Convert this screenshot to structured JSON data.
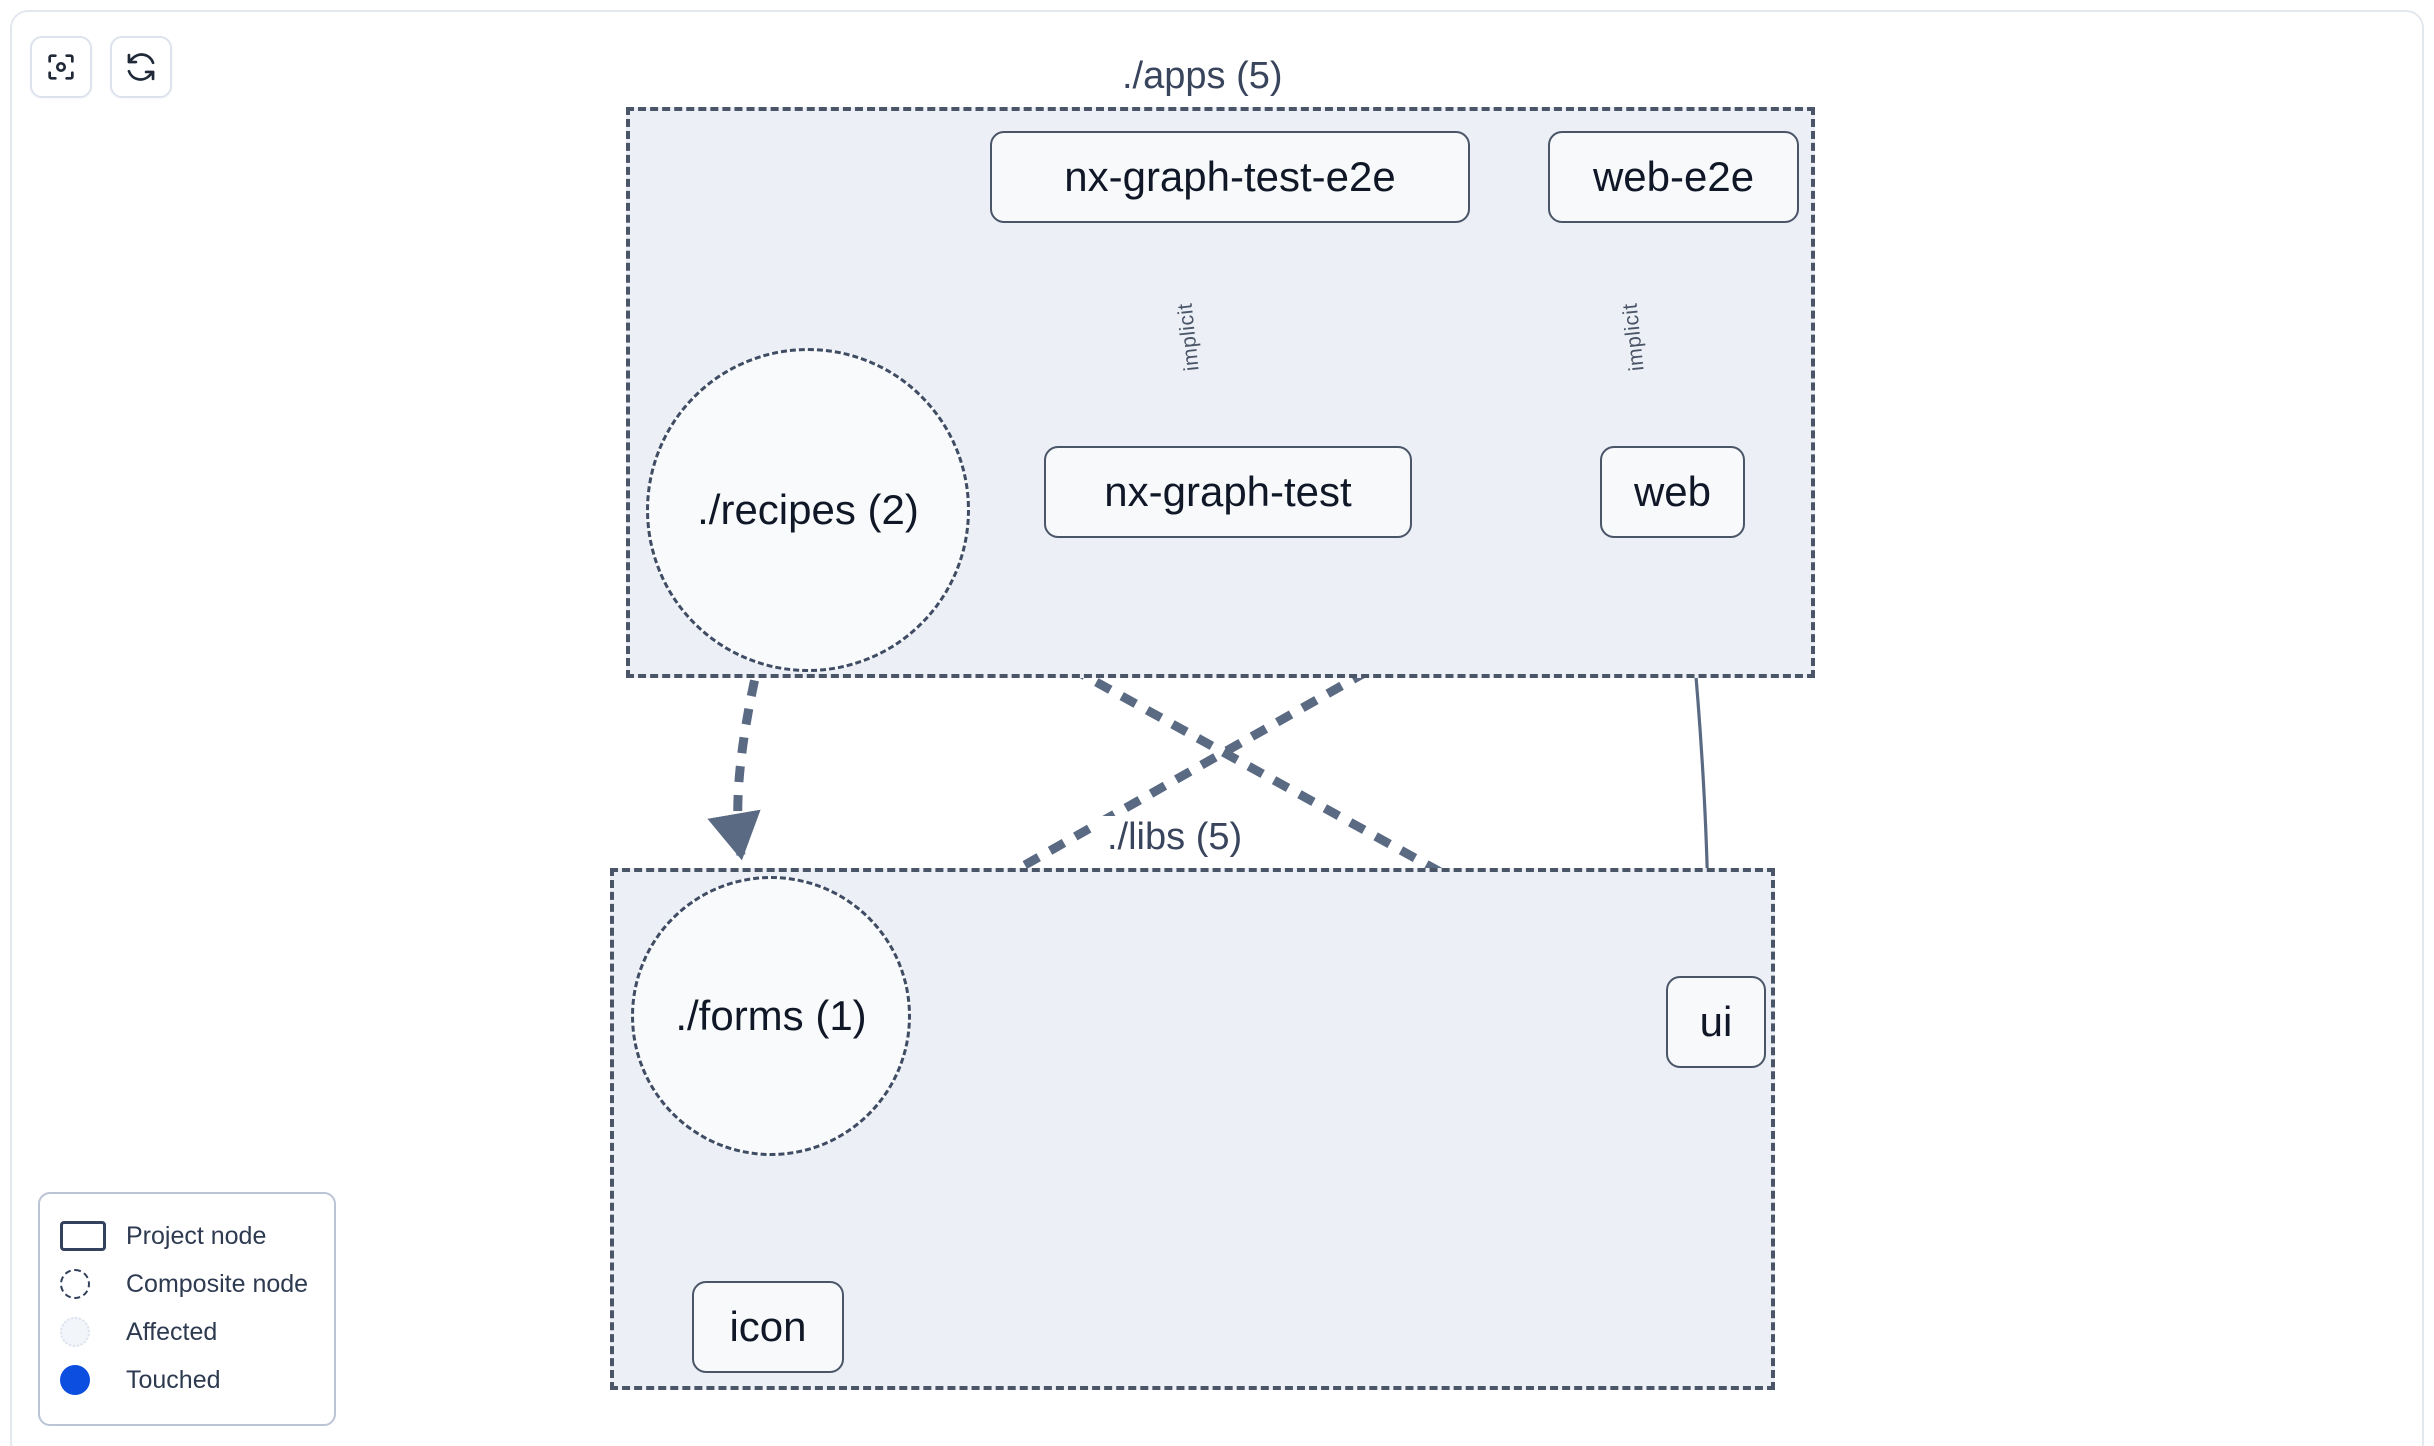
{
  "toolbar": {
    "buttons": [
      {
        "name": "focus-graph-button",
        "icon": "focus-target-icon",
        "label": ""
      },
      {
        "name": "refresh-graph-button",
        "icon": "refresh-icon",
        "label": ""
      }
    ]
  },
  "groups": [
    {
      "id": "apps",
      "label": "./apps (5)"
    },
    {
      "id": "libs",
      "label": "./libs (5)"
    }
  ],
  "nodes": {
    "nx_graph_test_e2e": "nx-graph-test-e2e",
    "web_e2e": "web-e2e",
    "nx_graph_test": "nx-graph-test",
    "web": "web",
    "ui": "ui",
    "icon": "icon"
  },
  "composites": {
    "recipes": "./recipes (2)",
    "forms": "./forms (1)"
  },
  "edge_labels": {
    "implicit_1": "implicit",
    "implicit_2": "implicit"
  },
  "legend": {
    "items": [
      {
        "swatch": "project-node-swatch",
        "label": "Project node"
      },
      {
        "swatch": "composite-node-swatch",
        "label": "Composite node"
      },
      {
        "swatch": "affected-swatch",
        "label": "Affected"
      },
      {
        "swatch": "touched-swatch",
        "label": "Touched"
      }
    ]
  },
  "colors": {
    "group_fill": "#ecf0f6",
    "group_border": "#4a5568",
    "node_fill": "#f7f9fb",
    "node_border": "#4a5568",
    "node_text": "#101828",
    "edge": "#5b6a83",
    "touched": "#0b4ee0",
    "canvas": "#ffffff"
  },
  "chart_data": {
    "type": "diagram",
    "title": "Nx project dependency graph",
    "groups": [
      {
        "id": "apps",
        "label": "./apps (5)",
        "members": [
          "nx-graph-test-e2e",
          "web-e2e",
          "nx-graph-test",
          "web",
          "./recipes (2)"
        ]
      },
      {
        "id": "libs",
        "label": "./libs (5)",
        "members": [
          "./forms (1)",
          "ui",
          "icon"
        ]
      }
    ],
    "edges": [
      {
        "from": "nx-graph-test-e2e",
        "to": "nx-graph-test",
        "label": "implicit",
        "style": "solid"
      },
      {
        "from": "web-e2e",
        "to": "web",
        "label": "implicit",
        "style": "solid"
      },
      {
        "from": "web",
        "to": "ui",
        "label": "",
        "style": "solid"
      },
      {
        "from": "./recipes (2)",
        "to": "./forms (1)",
        "label": "",
        "style": "dashed"
      },
      {
        "from": "./recipes (2)",
        "to": "ui",
        "label": "",
        "style": "dashed"
      },
      {
        "from": "web",
        "to": "./forms (1)",
        "label": "",
        "style": "dashed"
      },
      {
        "from": "./forms (1)",
        "to": "icon",
        "label": "",
        "style": "dashed"
      }
    ]
  }
}
